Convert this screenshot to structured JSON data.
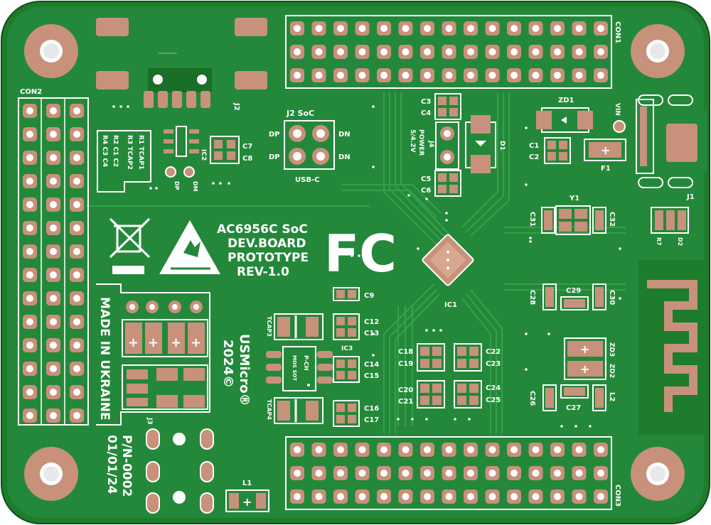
{
  "board": {
    "colors": {
      "substrate": "#1e7c2d",
      "copper_fill": "#2d9a3e",
      "trace": "#3aaa4a",
      "silkscreen": "#ffffff",
      "pad": "#c8917c",
      "drill": "#ffffff",
      "outline": "#0e4f1a"
    },
    "title": {
      "line1": "AC6956C SoC",
      "line2": "DEV.BOARD",
      "line3": "PROTOTYPE",
      "line4": "REV-1.0"
    },
    "fcc_logo": "FC",
    "maker": {
      "vertical_text": "MADE IN UKRAINE",
      "brand": "USMicro®",
      "year": "2024©",
      "pn": "P/N-0002",
      "date": "01/01/24"
    },
    "connectors": {
      "con1": "CON1",
      "con2": "CON2",
      "con3": "CON3",
      "j1": "J1",
      "j2": "J2",
      "j2_soc": "J2 SoC",
      "j3": "J3",
      "j4": "J4",
      "usb_c": "USB-C",
      "dp": "DP",
      "dn": "DN",
      "power": "POWER",
      "power_v": "5/4.2V",
      "vin": "VIN"
    },
    "components": {
      "ic1": "IC1",
      "ic2": "IC2",
      "ic3": "IC3",
      "y1": "Y1",
      "zd1": "ZD1",
      "zd2": "ZD2",
      "zd3": "ZD3",
      "d1": "D1",
      "f1": "F1",
      "l1": "L1",
      "l2": "L2",
      "mosfet": "P-CH",
      "mosfet_pkg": "MOS SOT",
      "tcap3": "TCAP3",
      "tcap4": "TCAP4",
      "r1_tcap1": "R1 TCAP1",
      "r3_tcap2": "R3 TCAP2",
      "c1": "C1",
      "c2": "C2",
      "c3": "C3",
      "c4": "C4",
      "c5": "C5",
      "c6": "C6",
      "c7": "C7",
      "c8": "C8",
      "c9": "C9",
      "c12": "C12",
      "c13": "C13",
      "c14": "C14",
      "c15": "C15",
      "c16": "C16",
      "c17": "C17",
      "c18": "C18",
      "c19": "C19",
      "c20": "C20",
      "c21": "C21",
      "c22": "C22",
      "c23": "C23",
      "c24": "C24",
      "c25": "C25",
      "c26": "C26",
      "c27": "C27",
      "c28": "C28",
      "c29": "C29",
      "c30": "C30",
      "c31": "C31",
      "c32": "C32",
      "r7": "R7",
      "d2": "D2",
      "dp_small": "DP",
      "dm_small": "DM",
      "j2_label": "J2"
    },
    "header_pins": {
      "con1_cols": 15,
      "con1_rows": 3,
      "con3_cols": 15,
      "con3_rows": 3,
      "con2_cols": 3,
      "con2_rows": 14
    }
  }
}
